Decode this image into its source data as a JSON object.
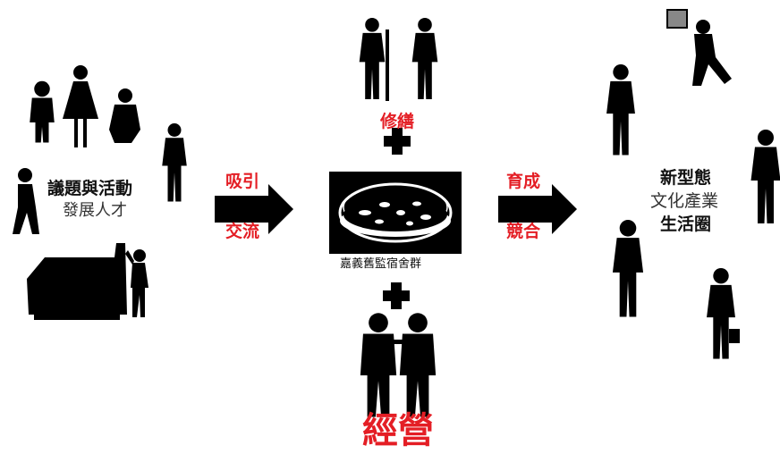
{
  "left_group": {
    "title_line1": "議題與活動",
    "title_line2": "發展人才"
  },
  "left_arrow": {
    "top_label": "吸引",
    "bottom_label": "交流"
  },
  "top_group": {
    "label": "修繕"
  },
  "center": {
    "caption": "嘉義舊監宿舍群"
  },
  "bottom_group": {
    "label": "經營"
  },
  "right_arrow": {
    "top_label": "育成",
    "bottom_label": "競合"
  },
  "right_group": {
    "line1": "新型態",
    "line2": "文化產業",
    "line3": "生活圈"
  },
  "colors": {
    "accent_red": "#e41e25",
    "silhouette": "#000000",
    "text": "#111111"
  }
}
